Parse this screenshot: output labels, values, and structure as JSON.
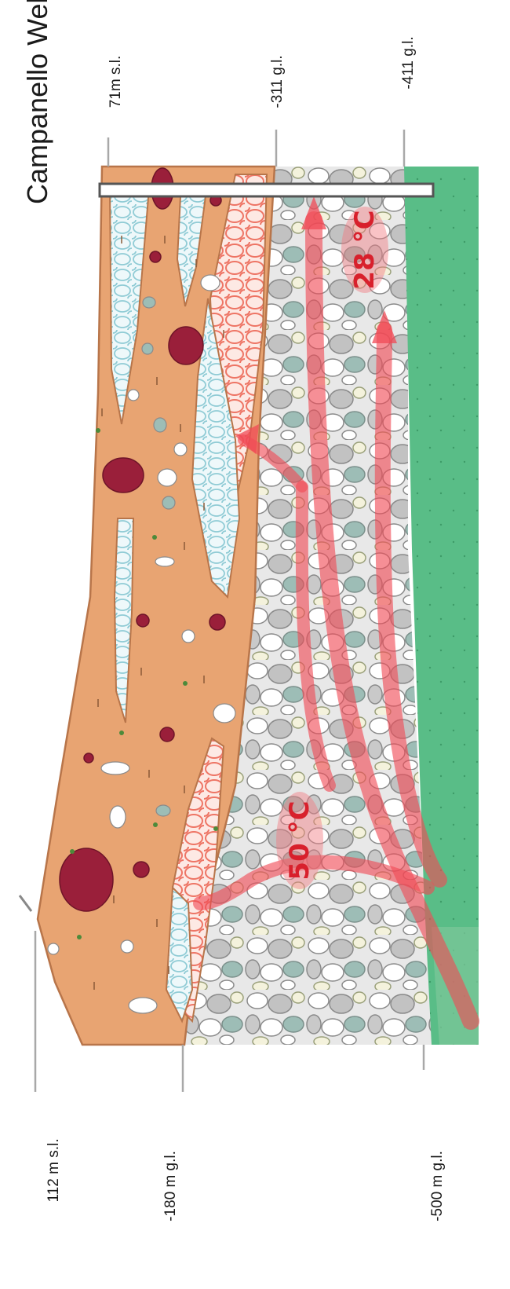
{
  "title": "Campanello Well",
  "depth_labels": {
    "top_surface": "71m s.l.",
    "mid_311": "-311 g.l.",
    "mid_411": "-411 g.l.",
    "bottom_surface": "112 m s.l.",
    "bottom_180": "-180 m g.l.",
    "bottom_500": "-500 m g.l."
  },
  "temperatures": {
    "upper": "28 °C",
    "lower": "50 °C"
  },
  "colors": {
    "clay": "#e8a472",
    "clay_outline": "#b8754a",
    "dark_clast": "#9a1f3a",
    "gravel_bg": "#e6e6e6",
    "pebble_grey": "#b9b9b9",
    "pebble_teal": "#8fb5ad",
    "pebble_cream": "#f3f1d9",
    "green_layer": "#5fc08c",
    "flow_arrow": "#f04a55",
    "reticulate_red": "#f07a6a",
    "reticulate_blue": "#9fd3dc"
  }
}
